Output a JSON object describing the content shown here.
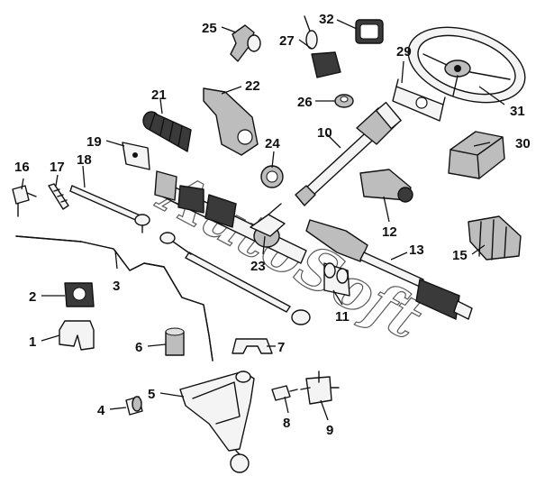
{
  "watermark": {
    "text": "AutoSoft"
  },
  "callouts": {
    "c1": "1",
    "c2": "2",
    "c3": "3",
    "c4": "4",
    "c5": "5",
    "c6": "6",
    "c7": "7",
    "c8": "8",
    "c9": "9",
    "c10": "10",
    "c11": "11",
    "c12": "12",
    "c13": "13",
    "c15": "15",
    "c16": "16",
    "c17": "17",
    "c18": "18",
    "c19": "19",
    "c21": "21",
    "c22": "22",
    "c23": "23",
    "c24": "24",
    "c25": "25",
    "c26": "26",
    "c27": "27",
    "c29": "29",
    "c30": "30",
    "c31": "31",
    "c32": "32"
  }
}
